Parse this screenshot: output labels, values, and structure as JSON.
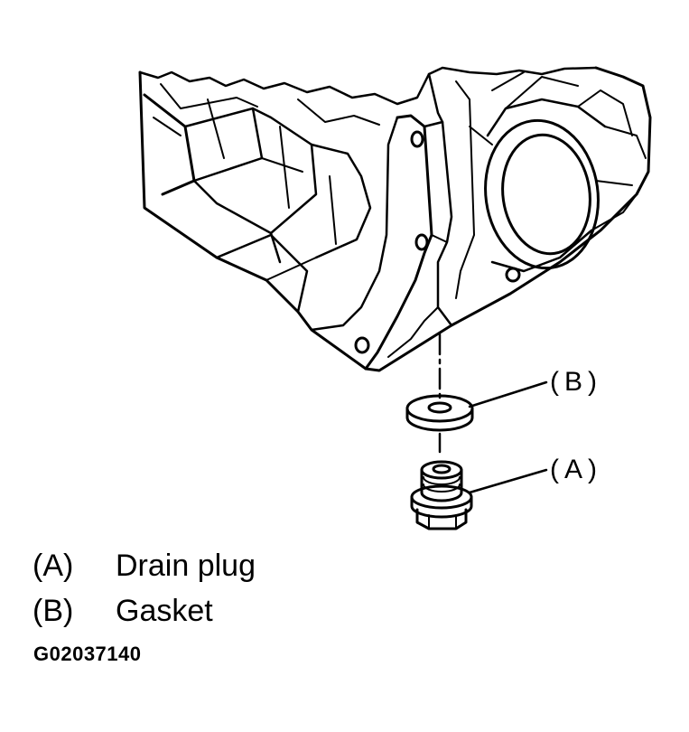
{
  "callouts": {
    "b": "(B)",
    "a": "(A)"
  },
  "legend": [
    {
      "code": "(A)",
      "label": "Drain plug"
    },
    {
      "code": "(B)",
      "label": "Gasket"
    }
  ],
  "figure_id": "G02037140",
  "colors": {
    "ink": "#000000",
    "paper": "#ffffff"
  }
}
